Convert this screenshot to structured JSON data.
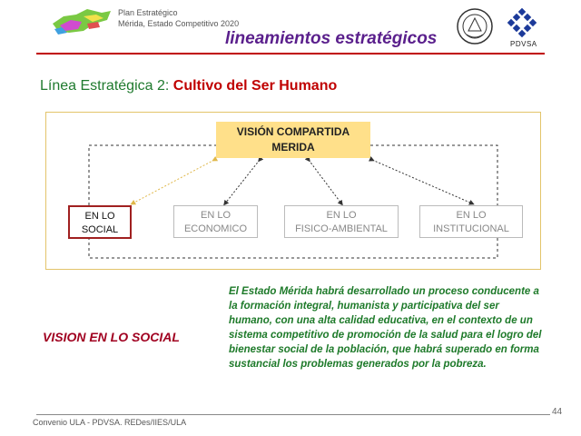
{
  "header": {
    "line1": "Plan Estratégico",
    "line2": "Mérida, Estado Competitivo 2020",
    "title": "lineamientos estratégicos",
    "pdvsa_label": "PDVSA"
  },
  "heading": {
    "prefix": "Línea Estratégica 2:",
    "subject": "Cultivo del Ser Humano"
  },
  "diagram": {
    "vision_line1": "VISIÓN COMPARTIDA",
    "vision_line2": "MERIDA",
    "nodes": [
      {
        "line1": "EN LO",
        "line2": "SOCIAL"
      },
      {
        "line1": "EN LO",
        "line2": "ECONOMICO"
      },
      {
        "line1": "EN LO",
        "line2": "FISICO-AMBIENTAL"
      },
      {
        "line1": "EN LO",
        "line2": "INSTITUCIONAL"
      }
    ],
    "colors": {
      "vision_fill": "#ffe08a",
      "frame": "#e3c46a",
      "active_border": "#a02020",
      "dashed_line": "#333333",
      "highlight_arrow": "#e0b84a"
    }
  },
  "section": {
    "title": "VISION EN LO SOCIAL",
    "paragraph": "El Estado Mérida habrá desarrollado un proceso conducente a la formación integral, humanista y participativa del ser humano, con una alta calidad educativa, en el contexto de un sistema competitivo de promoción de la salud para el logro del bienestar social de la población, que habrá superado en forma sustancial los problemas generados por la pobreza."
  },
  "footer": {
    "text": "Convenio ULA - PDVSA.  REDes/IIES/ULA",
    "page_number": "44"
  }
}
